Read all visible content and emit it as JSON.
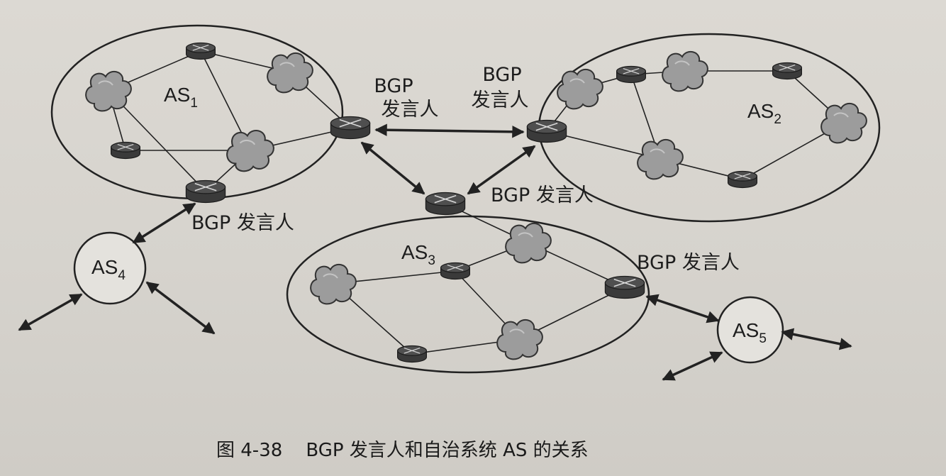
{
  "figure": {
    "caption": "图 4-38    BGP 发言人和自治系统 AS 的关系"
  },
  "labels": {
    "speaker_as1_top_line1": "BGP",
    "speaker_as1_top_line2": "发言人",
    "speaker_as2_line1": "BGP",
    "speaker_as2_line2": "发言人",
    "speaker_as3_top": "BGP 发言人",
    "speaker_as1_bottom": "BGP 发言人",
    "speaker_as3_right": "BGP 发言人"
  },
  "autonomous_systems": [
    {
      "main": "AS",
      "sub": "1"
    },
    {
      "main": "AS",
      "sub": "2"
    },
    {
      "main": "AS",
      "sub": "3"
    },
    {
      "main": "AS",
      "sub": "4"
    },
    {
      "main": "AS",
      "sub": "5"
    }
  ],
  "colors": {
    "router_fill": "#4f4f4f",
    "cloud_fill": "#9c9c9c",
    "line": "#222222",
    "background": "#d9d6d0"
  }
}
